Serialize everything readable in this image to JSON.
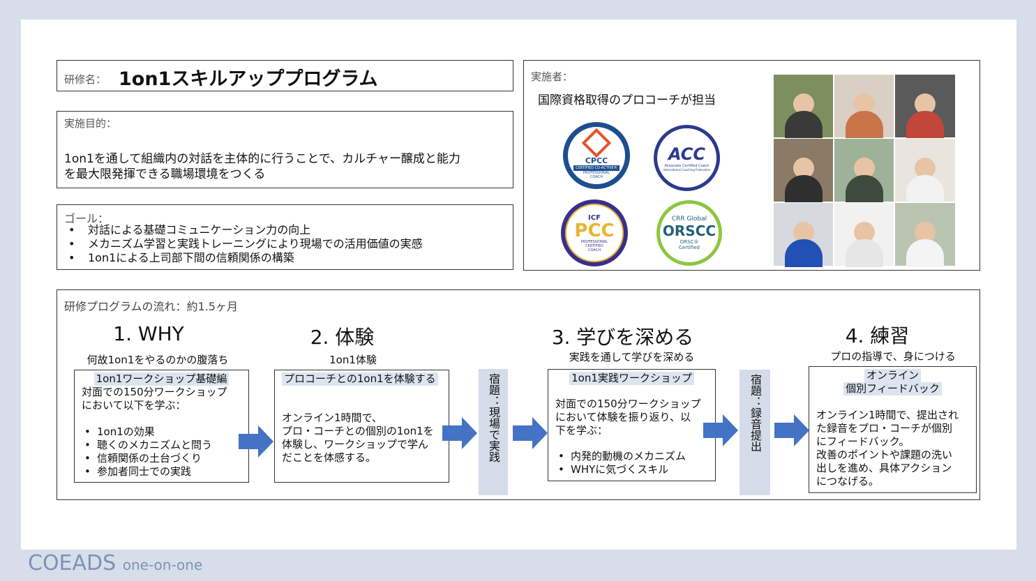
{
  "program": {
    "title_label": "研修名：",
    "title": "1on1スキルアッププログラム",
    "purpose_label": "実施目的：",
    "purpose_line1": "1on1を通して組織内の対話を主体的に行うことで、カルチャー醸成と能力",
    "purpose_line2": "を最大限発揮できる職場環境をつくる",
    "goal_label": "ゴール：",
    "goals": [
      "対話による基礎コミュニケーション力の向上",
      "メカニズム学習と実践トレーニングにより現場での活用価値の実感",
      "1on1による上司部下間の信頼関係の構築"
    ]
  },
  "instructors": {
    "label": "実施者：",
    "description": "国際資格取得のプロコーチが担当",
    "badges": [
      {
        "name": "CPCC",
        "sub": "CERTIFIED CO-ACTIVE®",
        "sub2": "PROFESSIONAL",
        "sub3": "COACH",
        "color": "#1d4e8f"
      },
      {
        "name": "ACC",
        "sub": "Associate Certified Coach",
        "sub2": "International Coaching Federation",
        "color": "#2b3a8f"
      },
      {
        "name": "PCC",
        "top": "ICF",
        "sub": "PROFESSIONAL",
        "sub2": "CERTIFIED",
        "sub3": "COACH",
        "color": "#3a2f8c",
        "accent": "#e8b530"
      },
      {
        "name": "ORSCC",
        "top": "CRR Global",
        "sub": "ORSC®",
        "sub2": "Certified",
        "color": "#24607a",
        "accent": "#8cc63f"
      }
    ]
  },
  "flow": {
    "label": "研修プログラムの流れ：約1.5ヶ月",
    "steps": [
      {
        "title": "1.  WHY",
        "subtitle": "何故1on1をやるのかの腹落ち",
        "card_head": "1on1ワークショップ基礎編",
        "card_lines": [
          "対面での150分ワークショップ",
          "において以下を学ぶ："
        ],
        "bullets": [
          "1on1の効果",
          "聴くのメカニズムと問う",
          "信頼関係の土台づくり",
          "参加者同士での実践"
        ]
      },
      {
        "title": "2. 体験",
        "subtitle": "1on1体験",
        "card_head": "プロコーチとの1on1を体験する",
        "card_lines": [
          "オンライン1時間で、",
          "プロ・コーチとの個別の1on1を",
          "体験し、ワークショップで学ん",
          "だことを体感する。"
        ]
      },
      {
        "title": "3. 学びを深める",
        "subtitle": "実践を通して学びを深める",
        "card_head": "1on1実践ワークショップ",
        "card_lines": [
          "対面での150分ワークショップ",
          "において体験を振り返り、以",
          "下を学ぶ："
        ],
        "bullets": [
          "内発的動機のメカニズム",
          "WHYに気づくスキル"
        ]
      },
      {
        "title": "4. 練習",
        "subtitle": "プロの指導で、身につける",
        "card_head": "オンライン",
        "card_head2": "個別フィードバック",
        "card_lines": [
          "オンライン1時間で、提出され",
          "た録音をプロ・コーチが個別",
          "にフィードバック。",
          "改善のポイントや課題の洗い",
          "出しを進め、具体アクション",
          "につなげる。"
        ]
      }
    ],
    "homework": [
      "宿題：現場で実践",
      "宿題：録音提出"
    ]
  },
  "footer": {
    "brand": "COEADS",
    "suffix": "one-on-one"
  },
  "colors": {
    "arrow": "#4472c4",
    "homework_bg": "#d4dcea",
    "footer": "#7c93b6",
    "page_bg": "#d7deea"
  }
}
